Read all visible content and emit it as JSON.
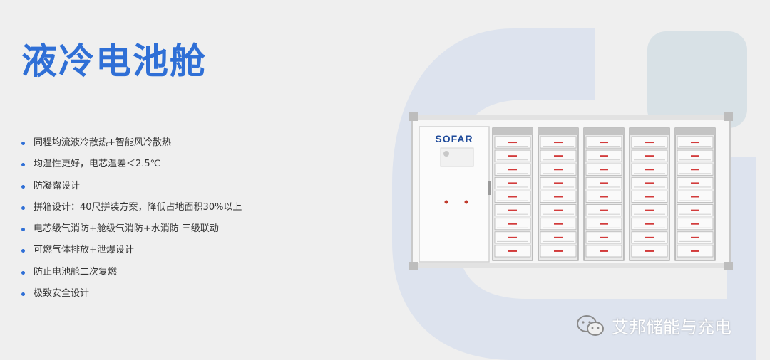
{
  "title": "液冷电池舱",
  "features": [
    "同程均流液冷散热+智能风冷散热",
    "均温性更好，电芯温差＜2.5℃",
    "防凝露设计",
    "拼箱设计：40尺拼装方案，降低占地面积30%以上",
    "电芯级气消防+舱级气消防+水消防 三级联动",
    "可燃气体排放+泄爆设计",
    "防止电池舱二次复燃",
    "极致安全设计"
  ],
  "product": {
    "brand": "SOFAR"
  },
  "watermark": {
    "text": "艾邦储能与充电",
    "icon": "wechat-icon"
  },
  "colors": {
    "accent": "#2f6fd6",
    "background": "#efefef",
    "shape": "#dde3ee"
  }
}
